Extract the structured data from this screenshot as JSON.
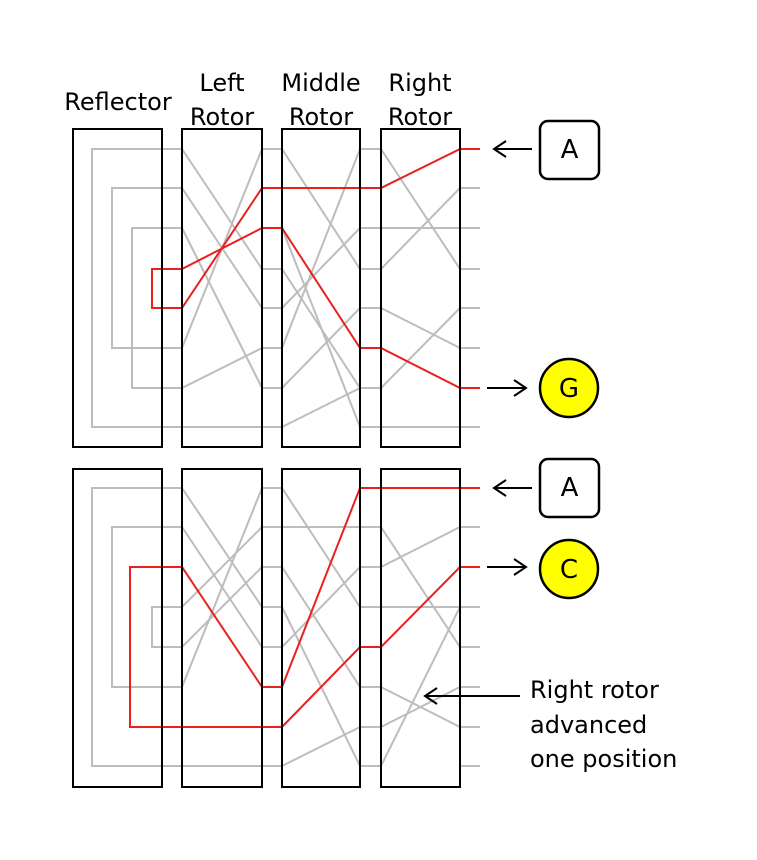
{
  "headers": {
    "reflector": "Reflector",
    "left_rotor": [
      "Left",
      "Rotor"
    ],
    "middle_rotor": [
      "Middle",
      "Rotor"
    ],
    "right_rotor": [
      "Right",
      "Rotor"
    ]
  },
  "top_panel": {
    "key_letter": "A",
    "lamp_letter": "G"
  },
  "bottom_panel": {
    "key_letter": "A",
    "lamp_letter": "C",
    "annotation": [
      "Right rotor",
      "advanced",
      "one position"
    ]
  },
  "colors": {
    "signal_path": "#e8201e",
    "inactive_wiring": "#bdbdbd",
    "lamp": "#ffff00"
  }
}
